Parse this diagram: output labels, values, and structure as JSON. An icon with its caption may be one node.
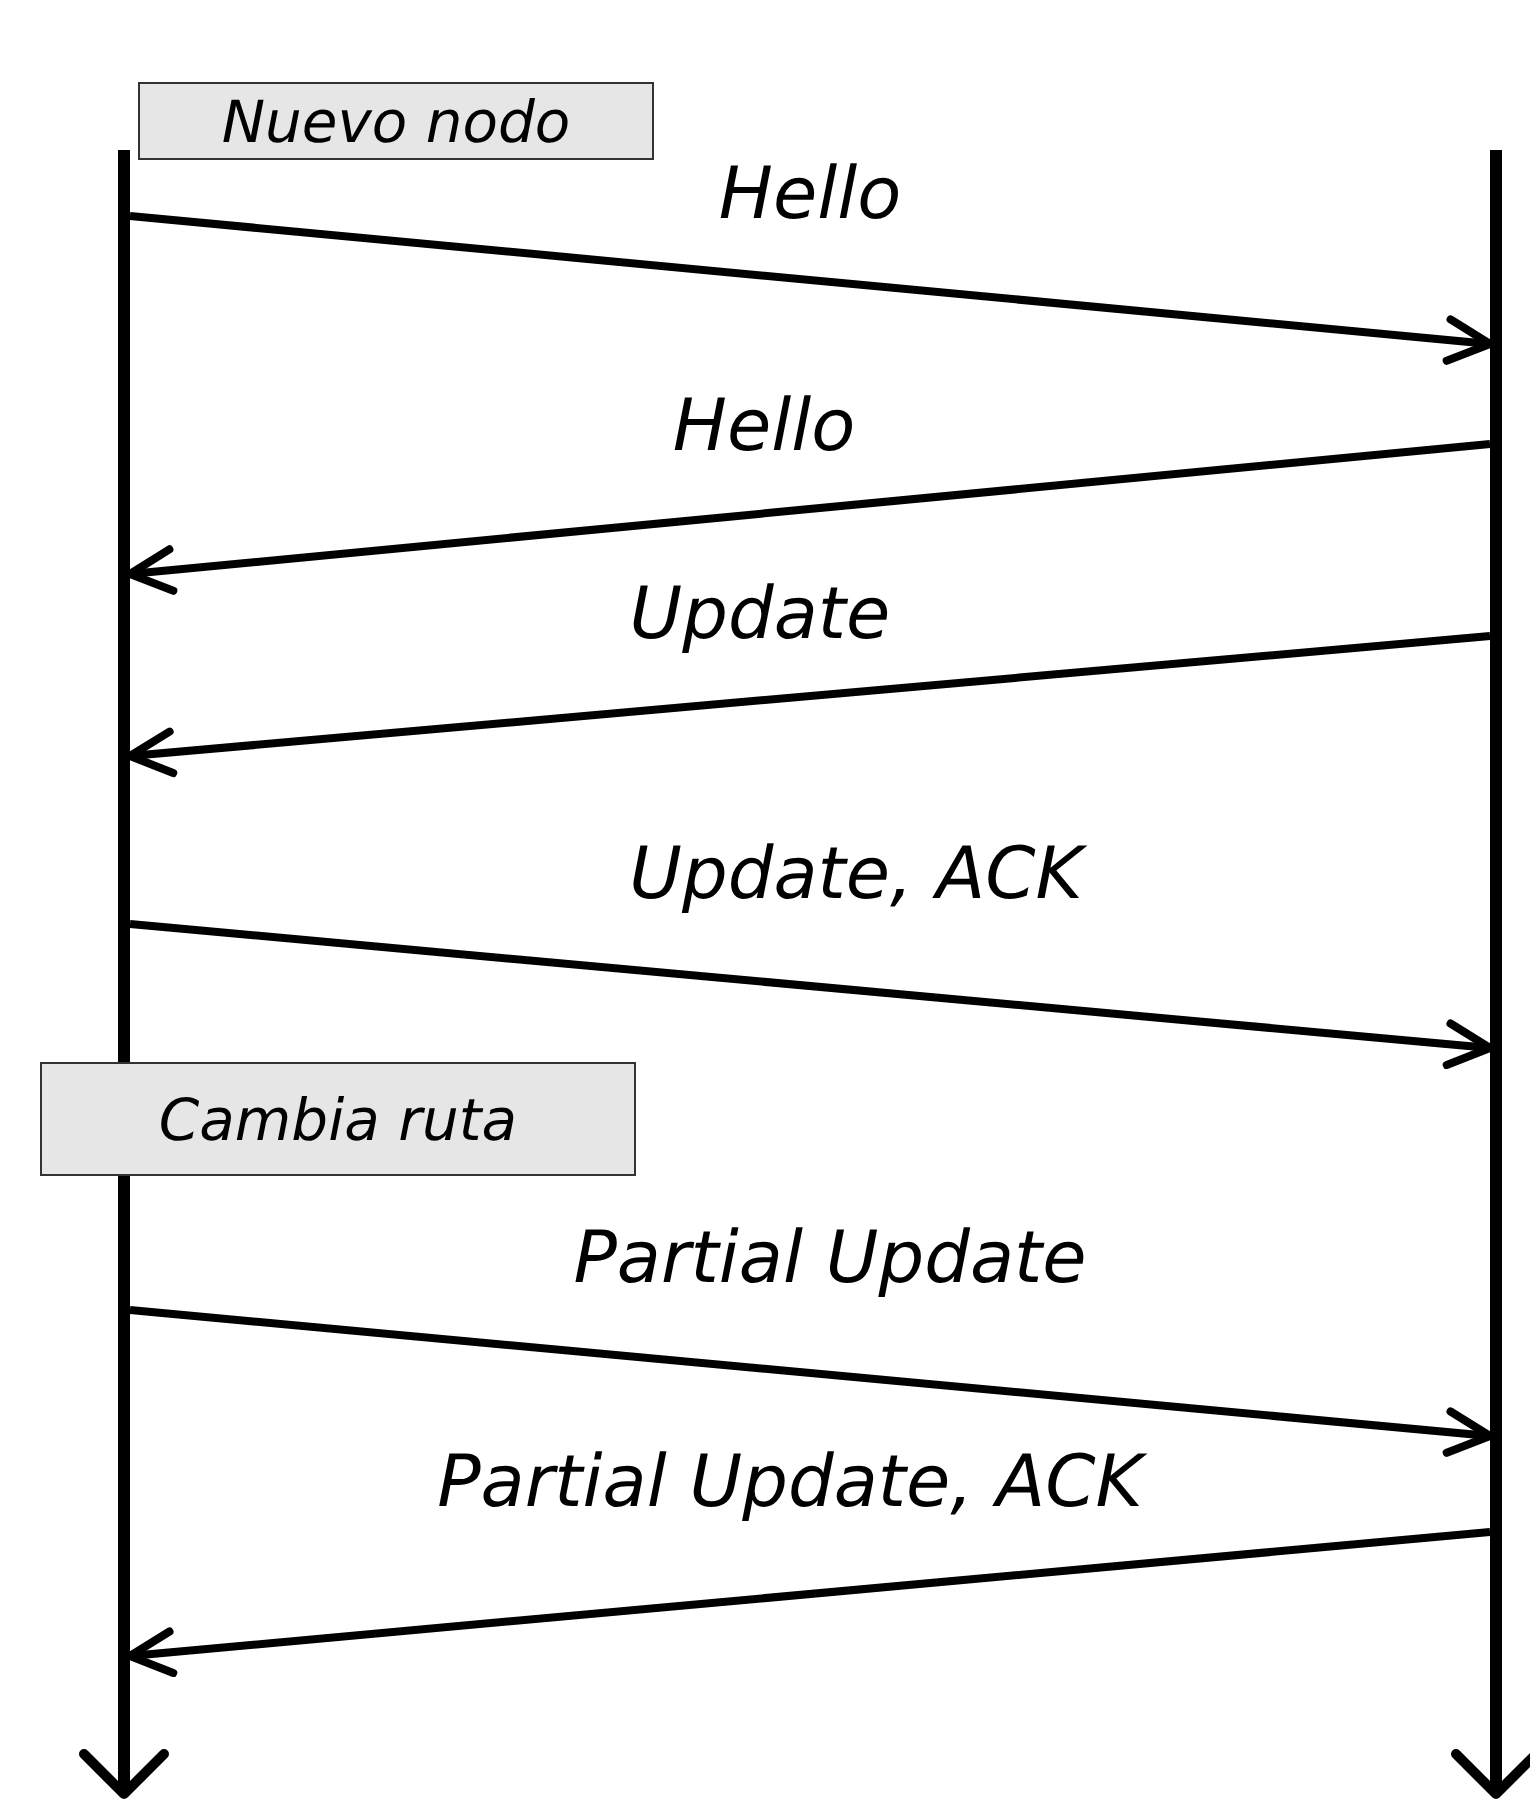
{
  "diagram": {
    "nodes": [
      {
        "text": [],
        "shape": "bar"
      },
      {
        "text": [],
        "shape": "bar"
      },
      {
        "text": [
          "Nuevo nodo"
        ]
      },
      {
        "text": [
          "Cambia ruta"
        ]
      }
    ],
    "edges": [
      {
        "from": 0,
        "to": 1,
        "arrow": "to",
        "label": "Hello"
      },
      {
        "from": 1,
        "to": 0,
        "arrow": "to",
        "label": "Hello"
      },
      {
        "from": 1,
        "to": 0,
        "arrow": "to",
        "label": "Update"
      },
      {
        "from": 0,
        "to": 1,
        "arrow": "to",
        "label": "Update, ACK"
      },
      {
        "from": 0,
        "to": 1,
        "arrow": "to",
        "label": "Partial Update"
      },
      {
        "from": 1,
        "to": 0,
        "arrow": "to",
        "label": "Partial Update, ACK"
      }
    ]
  }
}
